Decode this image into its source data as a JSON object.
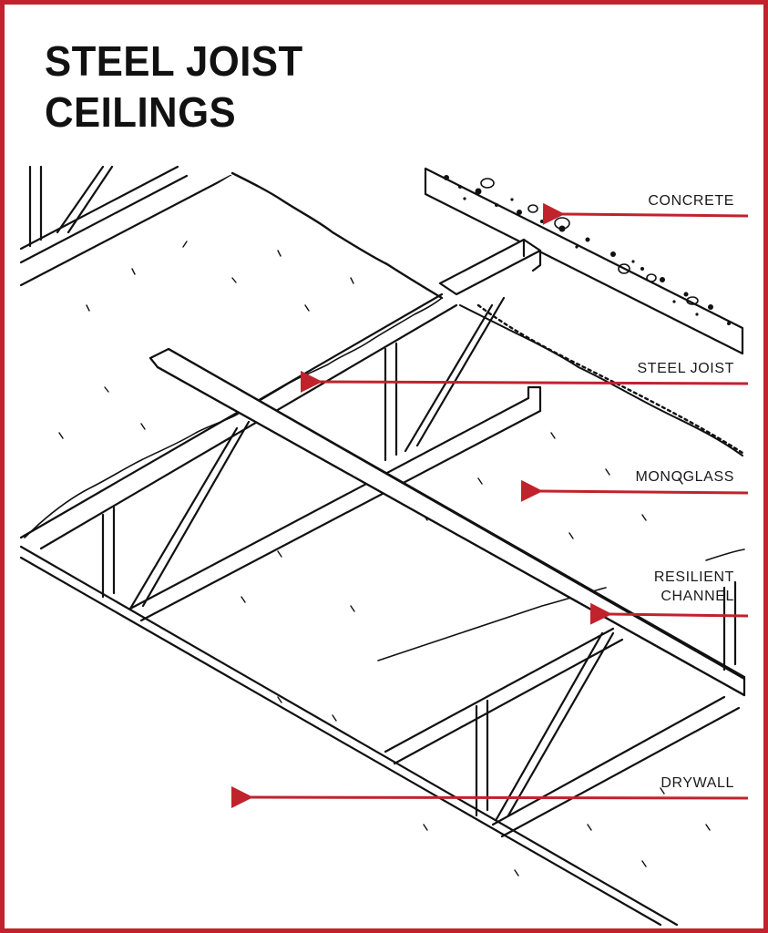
{
  "title": {
    "line1": "STEEL JOIST",
    "line2": "CEILINGS"
  },
  "labels": {
    "concrete": "CONCRETE",
    "steel_joist": "STEEL JOIST",
    "monoglass": "MONOGLASS",
    "resilient_channel_line1": "RESILIENT",
    "resilient_channel_line2": "CHANNEL",
    "drywall": "DRYWALL"
  },
  "colors": {
    "frame": "#c0232c",
    "arrow": "#c0232c",
    "lines": "#111111"
  }
}
